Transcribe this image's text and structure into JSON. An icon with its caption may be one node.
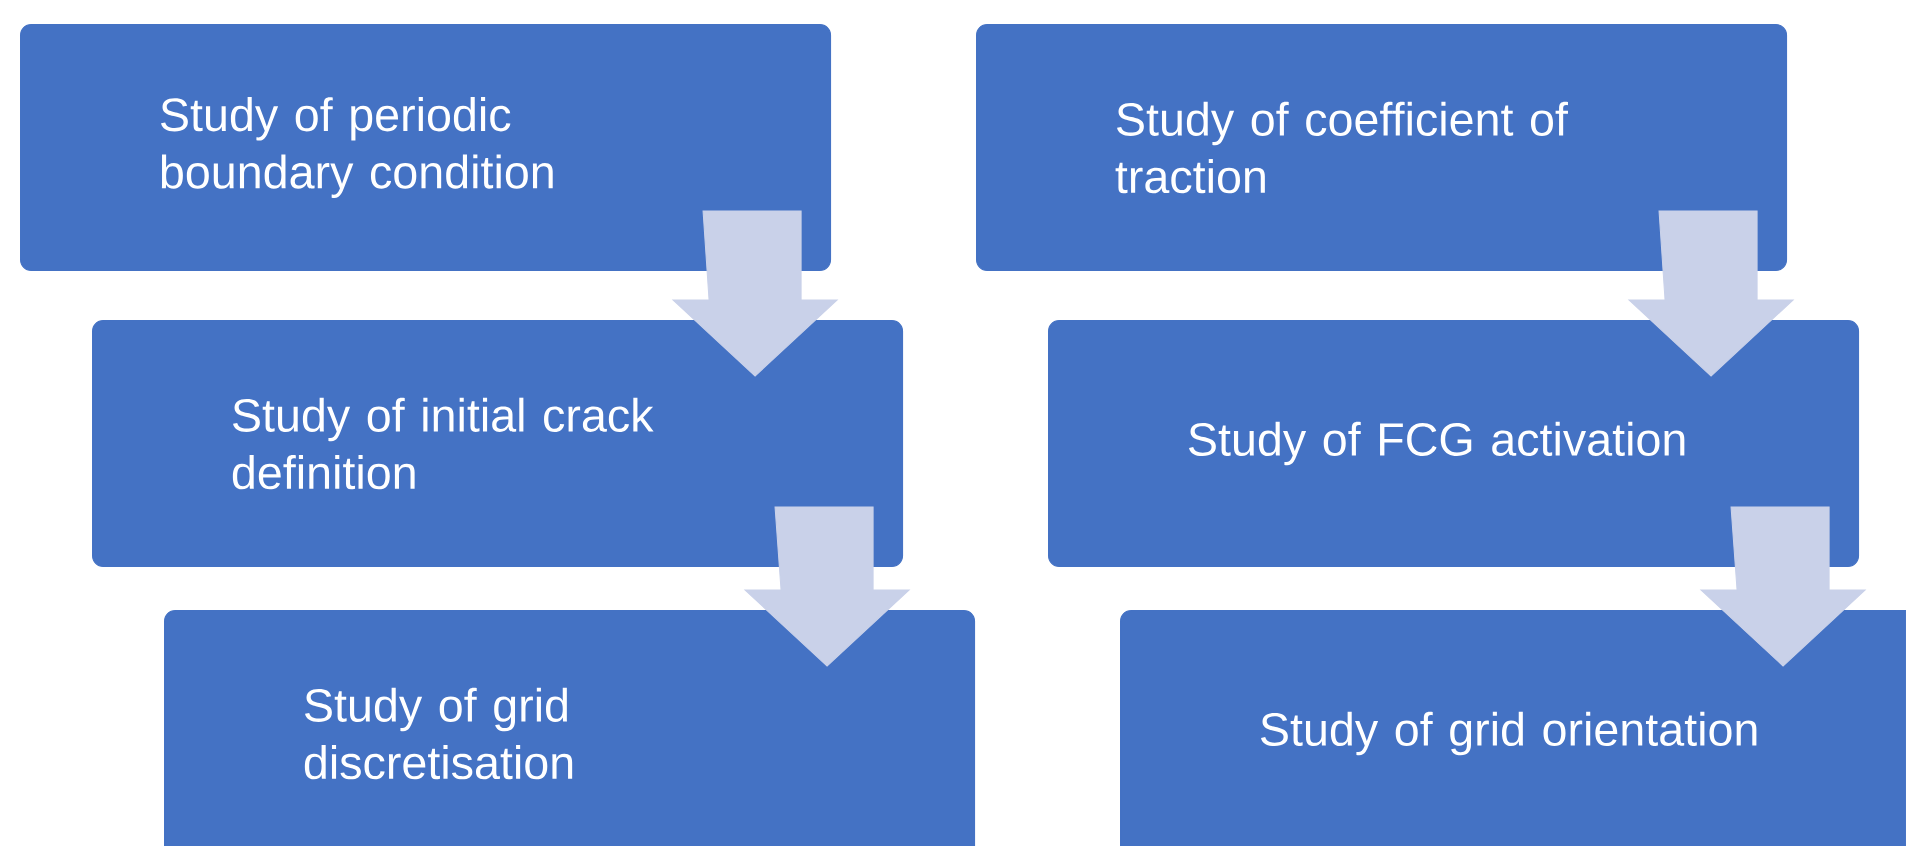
{
  "diagram": {
    "nodes": [
      {
        "text": [
          "Study of periodic boundary condition"
        ]
      },
      {
        "text": [
          "Study of initial crack definition"
        ]
      },
      {
        "text": [
          "Study of grid discretisation"
        ]
      },
      {
        "text": [
          "Study of coefficient of traction"
        ]
      },
      {
        "text": [
          "Study of FCG activation"
        ]
      },
      {
        "text": [
          "Study of grid orientation"
        ]
      }
    ],
    "edges": [
      {
        "from": 0,
        "to": 1,
        "arrow": "to"
      },
      {
        "from": 1,
        "to": 2,
        "arrow": "to"
      },
      {
        "from": 3,
        "to": 4,
        "arrow": "to"
      },
      {
        "from": 4,
        "to": 5,
        "arrow": "to"
      }
    ]
  }
}
